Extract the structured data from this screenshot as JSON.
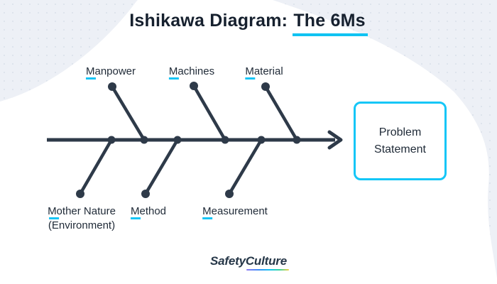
{
  "title": {
    "prefix": "Ishikawa Diagram: ",
    "highlight": "The 6Ms"
  },
  "colors": {
    "accent_cyan": "#14C6F7",
    "line_ink": "#2E3A49",
    "background_gray": "#EDF0F6"
  },
  "causes": {
    "top": [
      {
        "label": "Manpower"
      },
      {
        "label": "Machines"
      },
      {
        "label": "Material"
      }
    ],
    "bottom": [
      {
        "label": "Mother Nature",
        "sublabel": "(Environment)"
      },
      {
        "label": "Method"
      },
      {
        "label": "Measurement"
      }
    ]
  },
  "problem": {
    "label": "Problem Statement"
  },
  "footer": {
    "brand_part1": "Safety",
    "brand_part2": "Culture"
  }
}
